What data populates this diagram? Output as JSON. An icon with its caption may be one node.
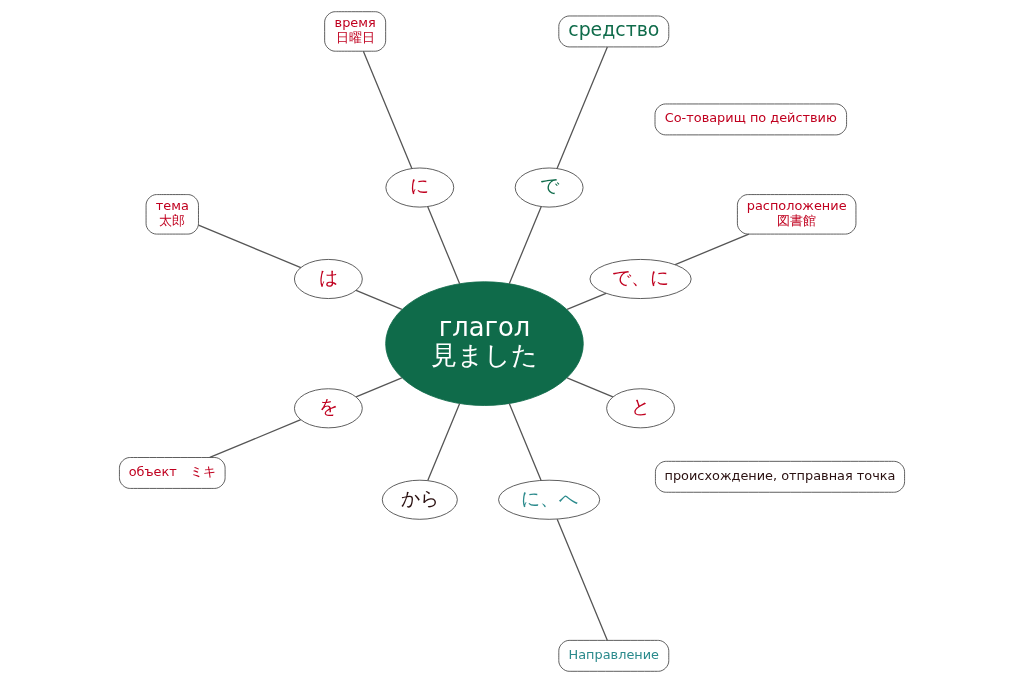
{
  "diagram": {
    "nodes": [
      {
        "text": [
          "средство"
        ]
      },
      {
        "text": [
          "расположение",
          "図書館"
        ]
      },
      {
        "text": [
          "время",
          "日曜日"
        ]
      },
      {
        "text": [
          "で、に"
        ]
      },
      {
        "text": [
          "で"
        ]
      },
      {
        "text": [
          "に"
        ]
      },
      {
        "text": [
          "тема",
          "太郎"
        ]
      },
      {
        "text": [
          "は"
        ]
      },
      {
        "text": [
          "объект　ミキ"
        ]
      },
      {
        "text": [
          "глагол",
          "見ました"
        ]
      },
      {
        "text": [
          "を"
        ]
      },
      {
        "text": [
          "から"
        ]
      },
      {
        "text": [
          "происхождение, отправная точка"
        ]
      },
      {
        "text": [
          "に、へ"
        ]
      },
      {
        "text": [
          "と"
        ]
      },
      {
        "text": [
          "Направление"
        ]
      },
      {
        "text": [
          "Со-товарищ по действию"
        ]
      }
    ],
    "edges": [
      {
        "from": 9,
        "to": 4,
        "arrow": "none"
      },
      {
        "from": 9,
        "to": 3,
        "arrow": "none"
      },
      {
        "from": 9,
        "to": 5,
        "arrow": "none"
      },
      {
        "from": 9,
        "to": 7,
        "arrow": "none"
      },
      {
        "from": 9,
        "to": 10,
        "arrow": "none"
      },
      {
        "from": 9,
        "to": 11,
        "arrow": "none"
      },
      {
        "from": 9,
        "to": 13,
        "arrow": "none"
      },
      {
        "from": 9,
        "to": 14,
        "arrow": "none"
      },
      {
        "from": 4,
        "to": 0,
        "arrow": "none"
      },
      {
        "from": 3,
        "to": 1,
        "arrow": "none"
      },
      {
        "from": 5,
        "to": 2,
        "arrow": "none"
      },
      {
        "from": 7,
        "to": 6,
        "arrow": "none"
      },
      {
        "from": 10,
        "to": 8,
        "arrow": "none"
      },
      {
        "from": 13,
        "to": 15,
        "arrow": "none"
      }
    ]
  }
}
